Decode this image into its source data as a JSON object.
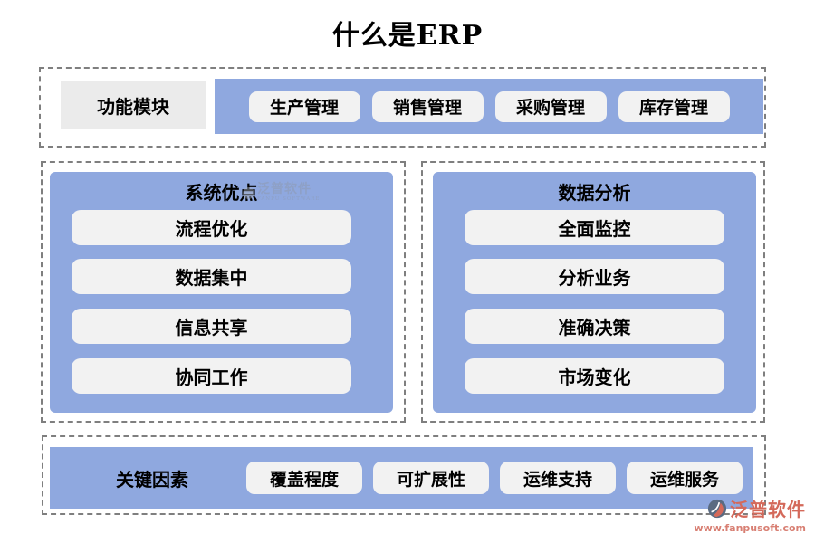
{
  "title": "什么是ERP",
  "colors": {
    "panel_blue": "#8fa8df",
    "chip_bg": "#f2f2f2",
    "label_bg": "#ebebeb",
    "dash_gray": "#7f7f7f",
    "logo_red": "#d4695a"
  },
  "top": {
    "label": "功能模块",
    "items": [
      "生产管理",
      "销售管理",
      "采购管理",
      "库存管理"
    ]
  },
  "left": {
    "title": "系统优点",
    "items": [
      "流程优化",
      "数据集中",
      "信息共享",
      "协同工作"
    ]
  },
  "right": {
    "title": "数据分析",
    "items": [
      "全面监控",
      "分析业务",
      "准确决策",
      "市场变化"
    ]
  },
  "bottom": {
    "label": "关键因素",
    "items": [
      "覆盖程度",
      "可扩展性",
      "运维支持",
      "运维服务"
    ]
  },
  "watermark": {
    "text": "泛普软件",
    "subtext": "FANPU SOFTWARE"
  },
  "logo": {
    "name": "泛普软件",
    "url": "www.fanpusoft.com"
  }
}
